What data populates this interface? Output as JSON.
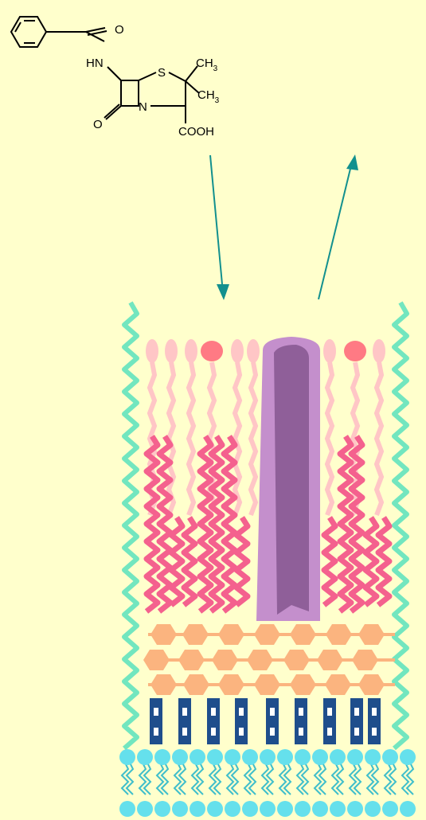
{
  "molecule": {
    "atoms": {
      "o_top": "O",
      "hn": "HN",
      "s": "S",
      "ch3_top": "CH",
      "ch3_top_sub": "3",
      "ch3_bottom": "CH",
      "ch3_bottom_sub": "3",
      "n": "N",
      "o_left": "O",
      "cooh": "COOH"
    }
  },
  "colors": {
    "background": "#ffffcc",
    "arrow": "#12908e",
    "outer_wall": "#72e6bf",
    "lipid_head_light": "#ffc6c6",
    "lipid_head_dark": "#ff7a84",
    "fatty_chain": "#f4618e",
    "porin_outer": "#c48fcc",
    "porin_inner": "#8f5f99",
    "peptidoglycan": "#fbb47f",
    "protein_blue": "#1f4e8c",
    "membrane_head": "#65e0ec",
    "membrane_tail": "#3fbecb"
  }
}
